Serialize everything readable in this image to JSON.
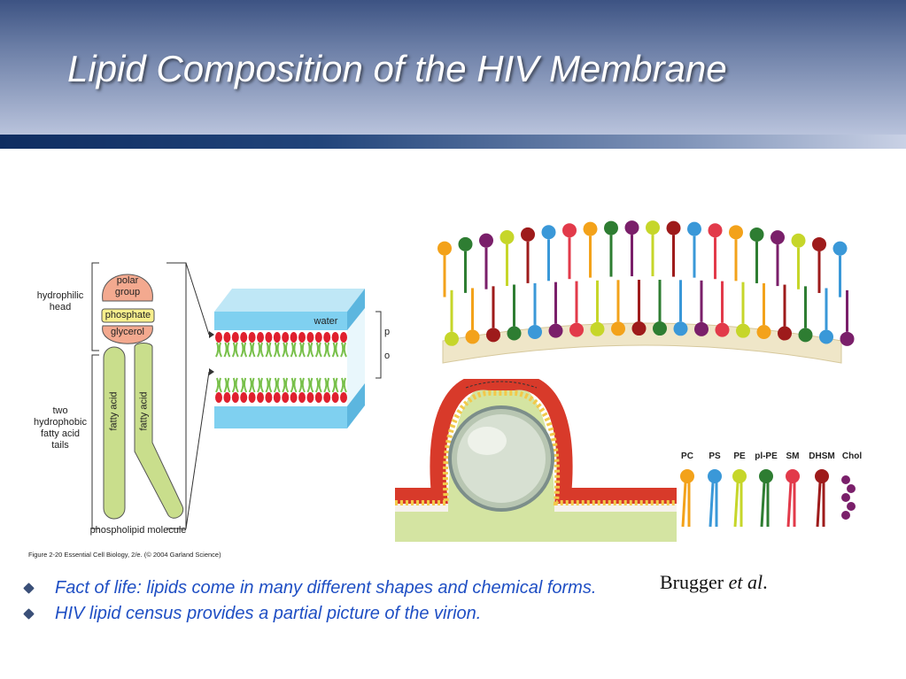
{
  "slide": {
    "title": "Lipid Composition of the HIV Membrane"
  },
  "left_figure": {
    "hydrophilic_head_line1": "hydrophilic",
    "hydrophilic_head_line2": "head",
    "polar_group_line1": "polar",
    "polar_group_line2": "group",
    "phosphate": "phosphate",
    "glycerol": "glycerol",
    "fatty_acid_1": "fatty acid",
    "fatty_acid_2": "fatty acid",
    "tails_line1": "two",
    "tails_line2": "hydrophobic",
    "tails_line3": "fatty acid",
    "tails_line4": "tails",
    "phospholipid_molecule": "phospholipid molecule",
    "water": "water",
    "cut_label_p": "p",
    "cut_label_o": "o",
    "caption": "Figure 2-20  Essential Cell Biology, 2/e. (© 2004 Garland Science)"
  },
  "legend": {
    "items": [
      {
        "label": "PC",
        "color": "#f3a21a"
      },
      {
        "label": "PS",
        "color": "#3a98d8"
      },
      {
        "label": "PE",
        "color": "#c6d62a"
      },
      {
        "label": "pl-PE",
        "color": "#2e7d32"
      },
      {
        "label": "SM",
        "color": "#e23a4a"
      },
      {
        "label": "DHSM",
        "color": "#9e1b1b"
      },
      {
        "label": "Chol",
        "color": "#7a1f6a"
      }
    ]
  },
  "bullets": [
    "Fact of life: lipids come in many different shapes and chemical forms.",
    "HIV lipid census provides a partial picture of the virion."
  ],
  "citation": {
    "author": "Brugger",
    "etal": "et al",
    "period": "."
  }
}
